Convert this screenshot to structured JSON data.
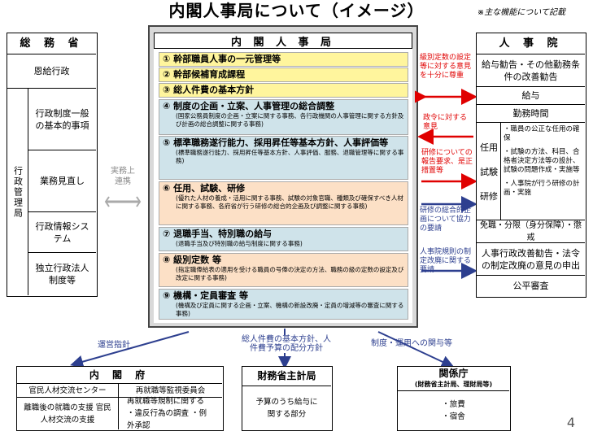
{
  "title": "内閣人事局について（イメージ）",
  "note": "※主な機能について記載",
  "soumu": {
    "title": "総 務 省",
    "onkyuu": "恩給行政",
    "side_label": "行政管理局",
    "cells": [
      "行政制度一般の基本的事項",
      "業務見直し",
      "行政情報システム",
      "独立行政法人制度等"
    ]
  },
  "jitsumu": {
    "label": "実務上連携"
  },
  "center": {
    "title": "内 閣 人 事 局",
    "items": [
      {
        "title": "① 幹部職員人事の一元管理等",
        "sub": ""
      },
      {
        "title": "② 幹部候補育成課程",
        "sub": ""
      },
      {
        "title": "③ 総人件費の基本方針",
        "sub": ""
      },
      {
        "title": "④ 制度の企画・立案、人事管理の総合調整",
        "sub": "(国家公務員制度の企画・立案に関する事務、各行政機関の人事管理に関する方針及び計画の総合調整に関する事務)"
      },
      {
        "title": "⑤ 標準職務遂行能力、採用昇任等基本方針、人事評価等",
        "sub": "(標準職務遂行能力、採用昇任等基本方針、人事評価、服務、退職管理等に関する事務)"
      },
      {
        "title": "⑥ 任用、試験、研修",
        "sub": "(優れた人材の養成・活用に関する事務、試験の対象官職、種類及び確保すべき人材に関する事務、各府省が行う研修の総合的企画及び調整に関する事務)"
      },
      {
        "title": "⑦ 退職手当、特別職の給与",
        "sub": "(退職手当及び特別職の給与制度に関する事務)"
      },
      {
        "title": "⑧ 級別定数 等",
        "sub": "(指定職俸給表の適用を受ける職員の号俸の決定の方法、職務の級の定数の設定及び改定に関する事務)"
      },
      {
        "title": "⑨ 機構・定員審査 等",
        "sub": "(機構及び定員に関する企画・立案、機構の新設改廃・定員の増減等の審査に関する事務)"
      }
    ]
  },
  "arrows": {
    "kyubetsu": "級別定数の設定等に対する意見を十分に尊重",
    "seirei": "政令に対する意見",
    "kenshu_hokoku": "研修についての報告要求、是正措置等",
    "kenshu_kikaku": "研修の総合的企画について協力の要請",
    "jinjiin_kisoku": "人事院規則の制定改廃に関する要請"
  },
  "jinjiin": {
    "title": "人 事 院",
    "cells": [
      "給与勧告・その他勤務条件の改善勧告",
      "給与",
      "勤務時間"
    ],
    "sub_labels": [
      "任用",
      "試験",
      "研修"
    ],
    "sub_items": [
      "・職員の公正な任用の確保",
      "・試験の方法、科目、合格者決定方法等の設計、試験の問題作成・実施等",
      "・人事院が行う研修の計画・実施"
    ],
    "cells_bottom": [
      "免職・分限（身分保障）・懲戒",
      "人事行政改善勧告・法令の制定改廃の意見の申出",
      "公平審査"
    ]
  },
  "bottom_labels": {
    "left": "運営指針",
    "middle": "総人件費の基本方針、人件費予算の配分方針",
    "right": "制度・運用への関与等"
  },
  "naikakufu": {
    "title": "内 閣 府",
    "col1_head": "官民人材交流センター",
    "col2_head": "再就職等監視委員会",
    "col1_body": "離職後の就職の支援 官民人材交流の支援",
    "col2_body": "再就職等規制に関する ・違反行為の調査 ・例外承認"
  },
  "zaimu": {
    "title": "財務省主計局",
    "body": "予算のうち給与に関する部分"
  },
  "kankei": {
    "title": "関係庁",
    "subtitle": "(財務省主計局、理財局等)",
    "body": "・旅費 ・宿舎"
  },
  "page_number": "4"
}
